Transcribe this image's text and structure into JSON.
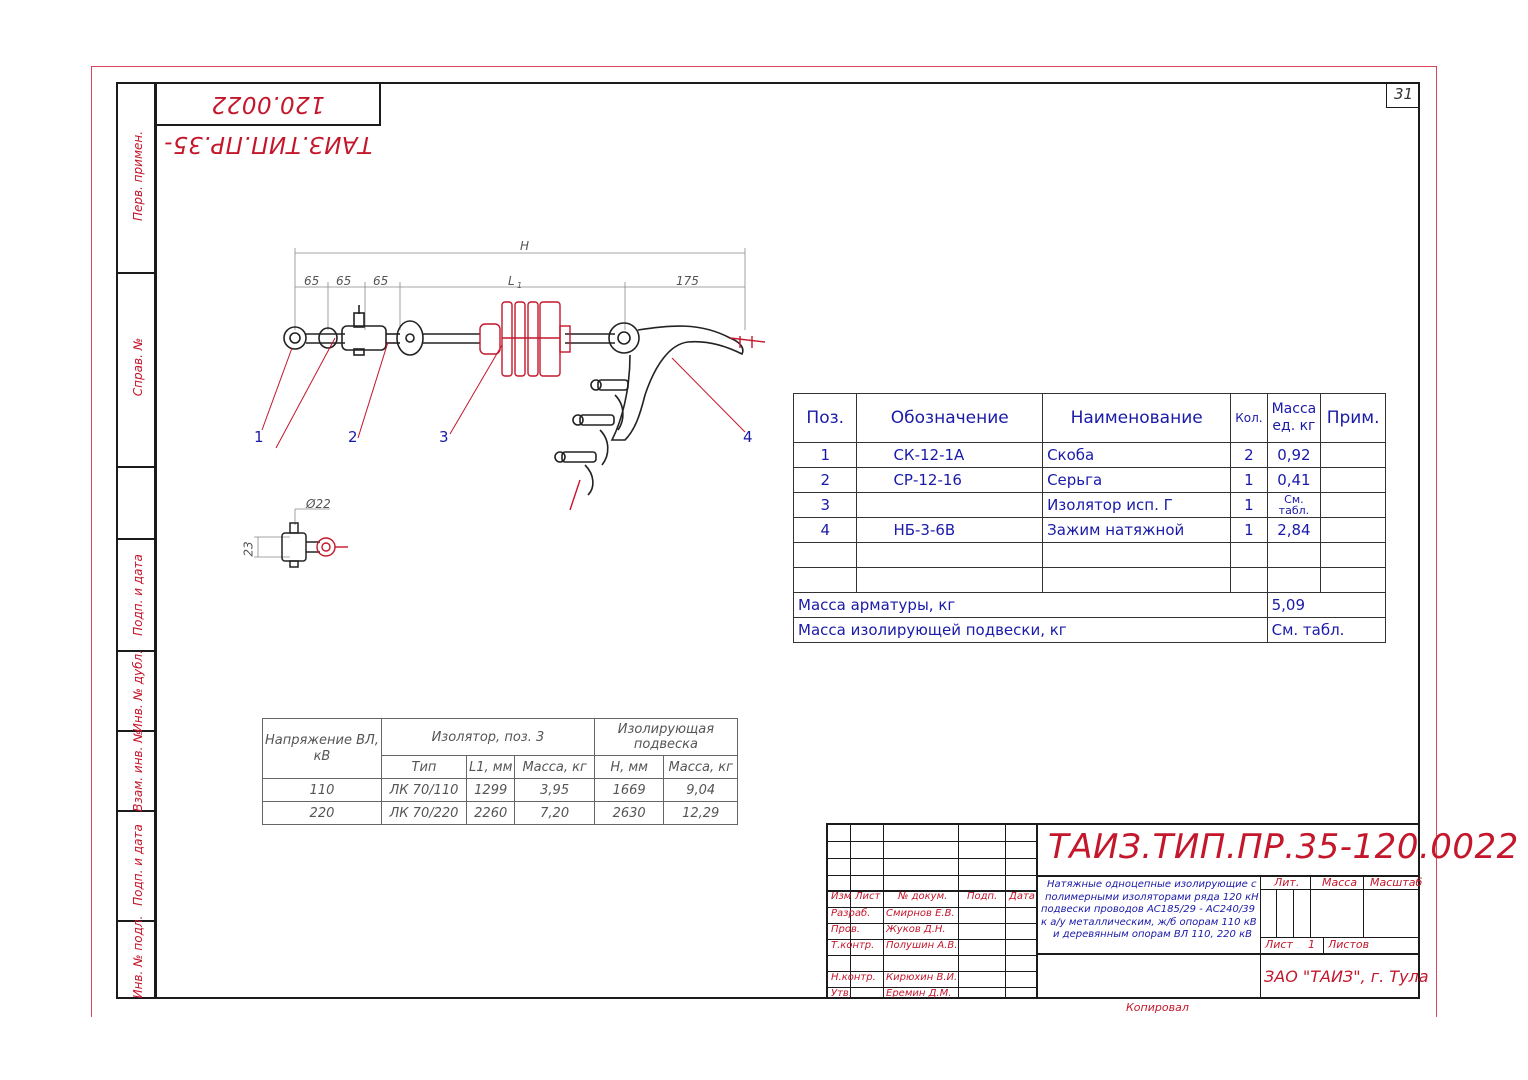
{
  "drawing_code": "ТАИЗ.ТИП.ПР.35-120.0022",
  "sheet_number": "31",
  "side_labels": [
    "Перв. примен.",
    "Справ. №",
    "Подп. и дата",
    "Инв. № дубл.",
    "Взам. инв. №",
    "Подп. и дата",
    "Инв. № подл."
  ],
  "dimensions": {
    "overall": "H",
    "d1": "65",
    "d2": "65",
    "d3": "65",
    "l1": "L",
    "l1_sub": "1",
    "end": "175",
    "diameter": "Ø22",
    "height": "23"
  },
  "callouts": [
    "1",
    "2",
    "3",
    "4"
  ],
  "spec_table": {
    "headers": [
      "Поз.",
      "Обозначение",
      "Наименование",
      "Кол.",
      "Масса ед. кг",
      "Прим."
    ],
    "header_mass_line1": "Масса",
    "header_mass_line2": "ед. кг",
    "rows": [
      {
        "pos": "1",
        "code": "СК-12-1А",
        "name": "Скоба",
        "qty": "2",
        "mass": "0,92"
      },
      {
        "pos": "2",
        "code": "СР-12-16",
        "name": "Серьга",
        "qty": "1",
        "mass": "0,41"
      },
      {
        "pos": "3",
        "code": "",
        "name": "Изолятор исп. Г",
        "qty": "1",
        "mass_l1": "См.",
        "mass_l2": "табл."
      },
      {
        "pos": "4",
        "code": "НБ-3-6В",
        "name": "Зажим натяжной",
        "qty": "1",
        "mass": "2,84"
      }
    ],
    "total_fittings_label": "Масса арматуры, кг",
    "total_fittings_value": "5,09",
    "total_assembly_label": "Масса изолирующей подвески, кг",
    "total_assembly_value": "См. табл."
  },
  "insulator_table": {
    "col_voltage_l1": "Напряжение ВЛ,",
    "col_voltage_l2": "кВ",
    "group_insulator": "Изолятор, поз. 3",
    "group_assembly_l1": "Изолирующая",
    "group_assembly_l2": "подвеска",
    "sub_headers": [
      "Тип",
      "L1, мм",
      "Масса, кг",
      "Н, мм",
      "Масса, кг"
    ],
    "rows": [
      [
        "110",
        "ЛК 70/110",
        "1299",
        "3,95",
        "1669",
        "9,04"
      ],
      [
        "220",
        "ЛК 70/220",
        "2260",
        "7,20",
        "2630",
        "12,29"
      ]
    ]
  },
  "title_block": {
    "code": "ТАИЗ.ТИП.ПР.35-120.0022",
    "columns": [
      "Изм",
      "Лист",
      "№ докум.",
      "Подп.",
      "Дата"
    ],
    "roles": [
      "Разраб.",
      "Пров.",
      "Т.контр.",
      "",
      "Н.контр.",
      "Утв."
    ],
    "names": [
      "Смирнов Е.В.",
      "Жуков Д.Н.",
      "Полушин А.В.",
      "",
      "Кирюхин В.И.",
      "Еремин Д.М."
    ],
    "description": [
      "Натяжные одноцепные изолирующие с",
      "полимерными изоляторами ряда 120 кН",
      "подвески проводов АС185/29 - АС240/39",
      "к а/у металлическим, ж/б опорам 110 кВ",
      "и деревянным опорам ВЛ 110, 220 кВ"
    ],
    "lit": "Лит.",
    "mass": "Масса",
    "scale": "Масштаб",
    "sheet": "Лист",
    "sheet_value": "1",
    "sheets": "Листов",
    "company": "ЗАО \"ТАИЗ\", г. Тула"
  },
  "copied_label": "Копировал"
}
